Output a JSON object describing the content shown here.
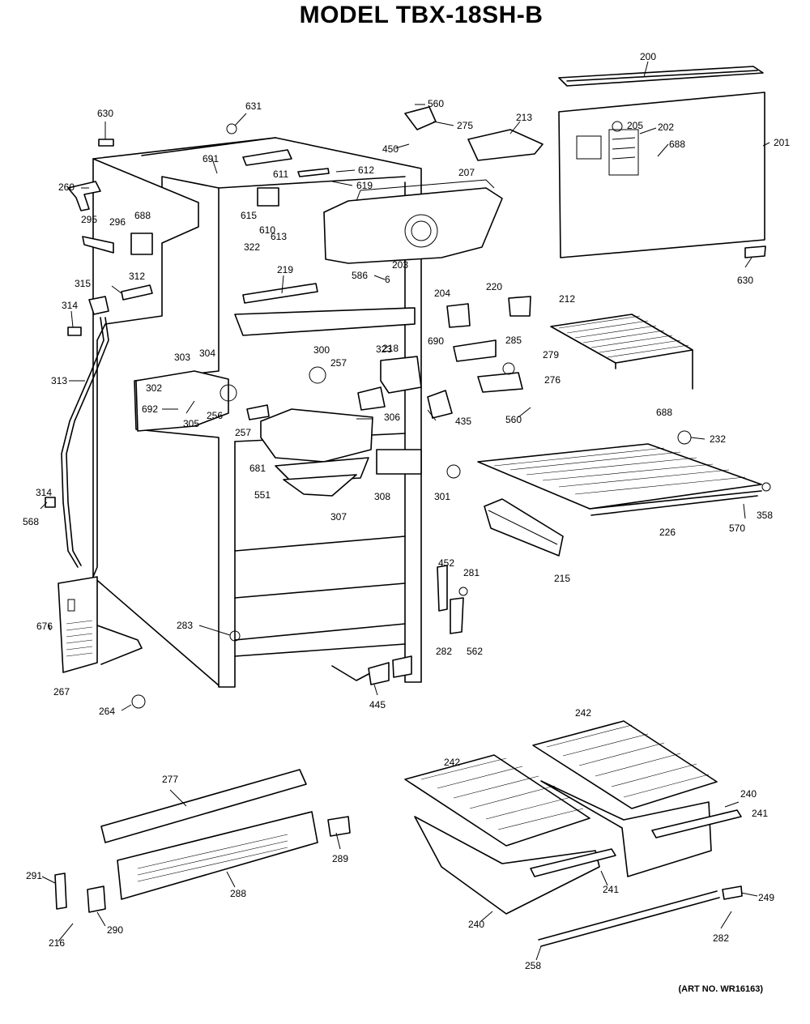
{
  "header": {
    "title": "MODEL TBX-18SH-B"
  },
  "footer": {
    "art_number": "(ART NO. WR16163)"
  },
  "part_labels": [
    "200",
    "631",
    "560",
    "275",
    "213",
    "201",
    "205",
    "202",
    "688",
    "630",
    "691",
    "612",
    "611",
    "619",
    "207",
    "260",
    "450",
    "295",
    "296",
    "688",
    "615",
    "610",
    "613",
    "322",
    "586",
    "6",
    "203",
    "219",
    "630",
    "315",
    "312",
    "314",
    "304",
    "303",
    "300",
    "257",
    "323",
    "204",
    "220",
    "212",
    "218",
    "690",
    "285",
    "279",
    "276",
    "313",
    "302",
    "692",
    "305",
    "256",
    "257",
    "306",
    "435",
    "560",
    "688",
    "232",
    "681",
    "551",
    "307",
    "308",
    "301",
    "226",
    "570",
    "358",
    "314",
    "568",
    "452",
    "281",
    "215",
    "283",
    "282",
    "562",
    "676",
    "267",
    "264",
    "445",
    "242",
    "242",
    "240",
    "241",
    "277",
    "291",
    "216",
    "290",
    "289",
    "288",
    "241",
    "240",
    "249",
    "282",
    "258"
  ]
}
